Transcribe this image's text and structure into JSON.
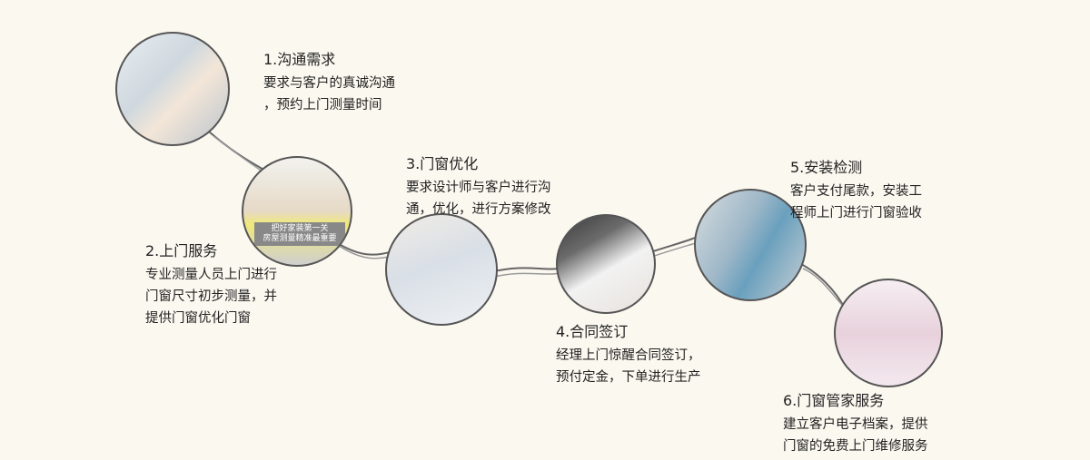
{
  "steps": [
    {
      "title": "1.沟通需求",
      "lines": [
        "要求与客户的真诚沟通",
        "，预约上门测量时间"
      ]
    },
    {
      "title": "2.上门服务",
      "lines": [
        "专业测量人员上门进行",
        "门窗尺寸初步测量，并",
        "提供门窗优化门窗"
      ],
      "photo_text": [
        "把好家装第一关",
        "房屋测量精准最重要"
      ]
    },
    {
      "title": "3.门窗优化",
      "lines": [
        "要求设计师与客户进行沟",
        "通，优化，进行方案修改"
      ]
    },
    {
      "title": "4.合同签订",
      "lines": [
        "经理上门惊醒合同签订，",
        "预付定金，下单进行生产"
      ]
    },
    {
      "title": "5.安装检测",
      "lines": [
        "客户支付尾款，安装工",
        "程师上门进行门窗验收"
      ]
    },
    {
      "title": "6.门窗管家服务",
      "lines": [
        "建立客户电子档案，提供",
        "门窗的免费上门维修服务"
      ]
    }
  ]
}
